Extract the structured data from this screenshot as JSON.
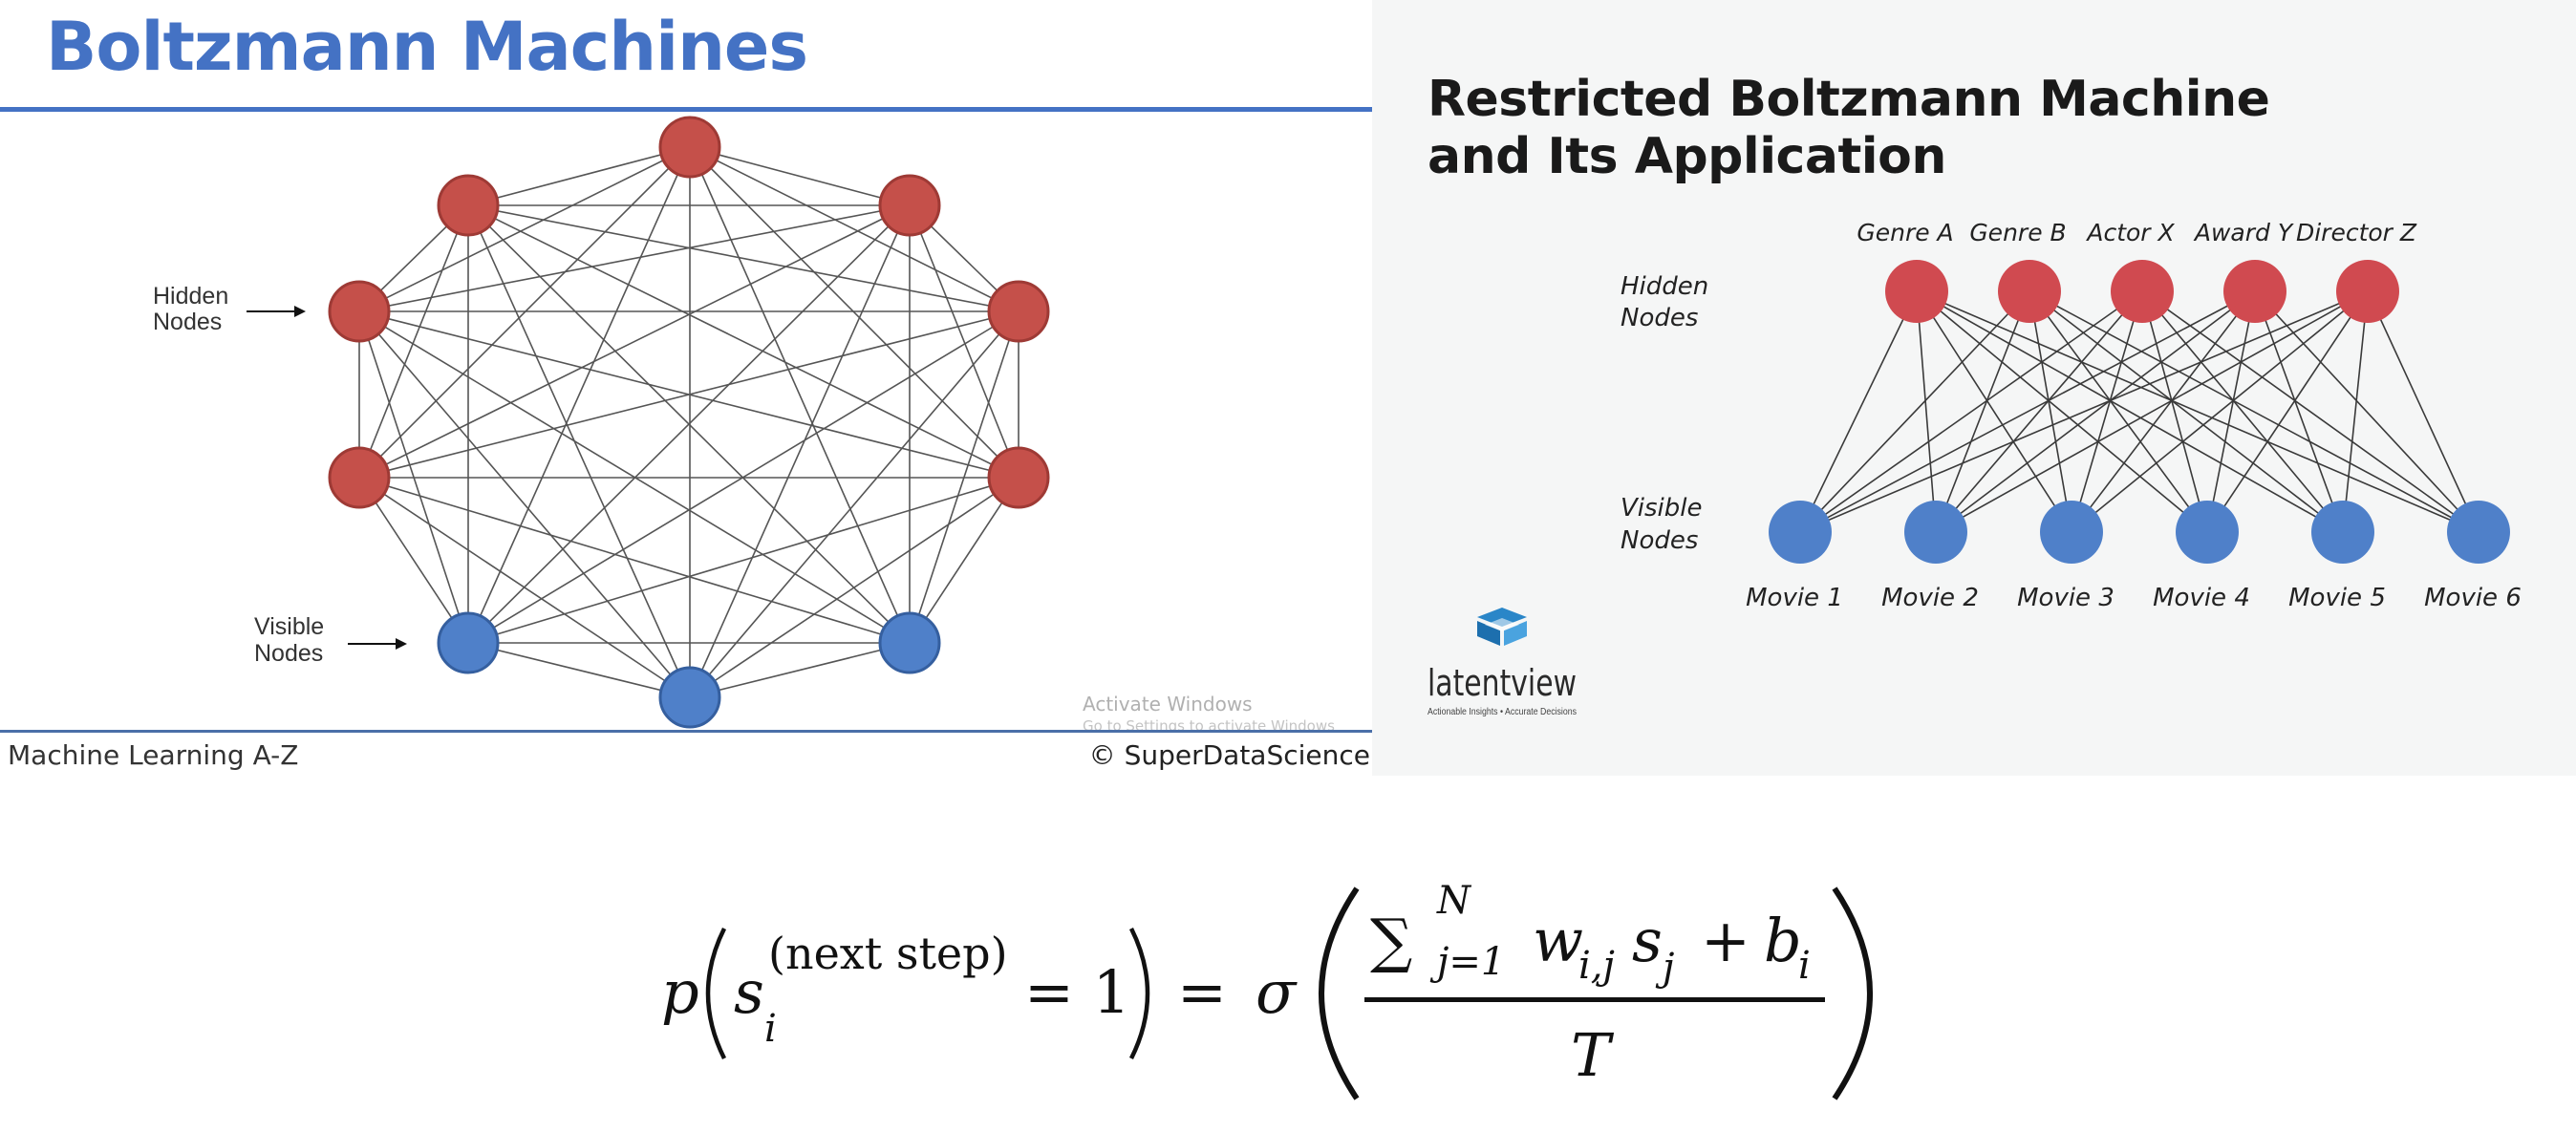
{
  "left_slide": {
    "title": "Boltzmann Machines",
    "hidden_label": [
      "Hidden",
      "Nodes"
    ],
    "visible_label": [
      "Visible",
      "Nodes"
    ],
    "footer_left": "Machine Learning A-Z",
    "footer_right": "© SuperDataScience",
    "watermark_line1": "Activate Windows",
    "watermark_line2": "Go to Settings to activate Windows",
    "node_colors": {
      "hidden": "#c5504a",
      "visible": "#4f80c9",
      "edge": "#555555"
    },
    "hidden_node_count": 7,
    "visible_node_count": 3
  },
  "right_slide": {
    "title_line1": "Restricted Boltzmann Machine",
    "title_line2": "and Its Application",
    "hidden_label": [
      "Hidden",
      "Nodes"
    ],
    "visible_label": [
      "Visible",
      "Nodes"
    ],
    "hidden_nodes": [
      "Genre A",
      "Genre B",
      "Actor X",
      "Award Y",
      "Director Z"
    ],
    "visible_nodes": [
      "Movie 1",
      "Movie 2",
      "Movie 3",
      "Movie 4",
      "Movie 5",
      "Movie 6"
    ],
    "logo_text": "latentview",
    "logo_tagline": "Actionable Insights • Accurate Decisions",
    "colors": {
      "hidden": "#d04a50",
      "visible": "#4f80c9",
      "logo": "#2a86c8"
    }
  },
  "formula": {
    "p": "p",
    "s": "s",
    "sub_i": "i",
    "superscript": "(next step)",
    "equals_one": "= 1",
    "equals": "=",
    "sigma": "σ",
    "sum": "∑",
    "sum_upper": "N",
    "sum_lower": "j=1",
    "w": "w",
    "w_sub": "i,j",
    "s2": "s",
    "s2_sub": "j",
    "plus": "+",
    "b": "b",
    "b_sub": "i",
    "denominator": "T"
  }
}
